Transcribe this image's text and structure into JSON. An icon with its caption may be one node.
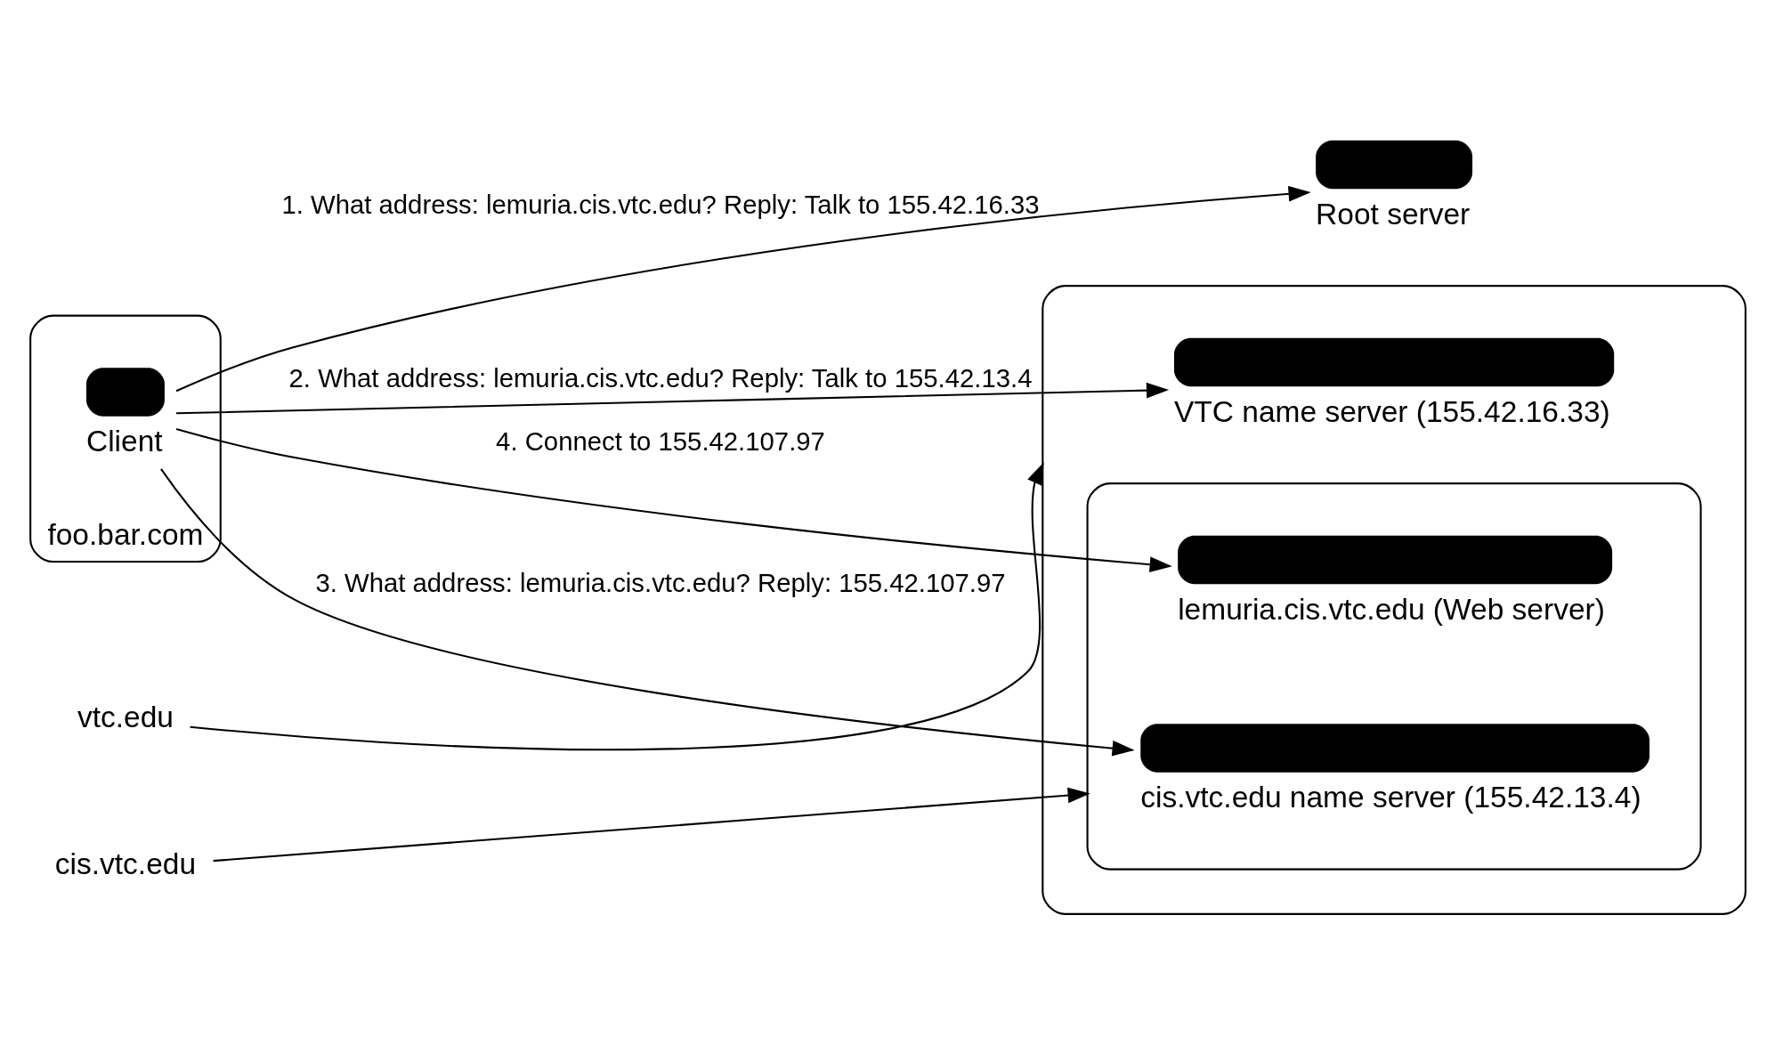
{
  "diagram": {
    "nodes": [
      {
        "text": [
          "foo.bar.com"
        ]
      },
      {
        "text": [
          "Client"
        ],
        "in": 0
      },
      {
        "text": [
          "Root server"
        ]
      },
      {
        "text": [
          "vtc.edu"
        ]
      },
      {
        "text": [],
        "shape": "ellipse"
      },
      {
        "text": [
          "VTC name server (155.42.16.33)"
        ],
        "in": 4
      },
      {
        "text": [],
        "shape": "ellipse",
        "in": 4
      },
      {
        "text": [
          "cis.vtc.edu name server (155.42.13.4)"
        ],
        "in": 6
      },
      {
        "text": [
          "lemuria.cis.vtc.edu (Web server)"
        ],
        "in": 6
      },
      {
        "text": [
          "cis.vtc.edu"
        ]
      }
    ],
    "edges": [
      {
        "from": 1,
        "to": 2,
        "arrow": "to",
        "label": "1. What address: lemuria.cis.vtc.edu? Reply: Talk to 155.42.16.33"
      },
      {
        "from": 1,
        "to": 5,
        "arrow": "to",
        "label": "2. What address: lemuria.cis.vtc.edu? Reply: Talk to 155.42.13.4"
      },
      {
        "from": 1,
        "to": 7,
        "arrow": "to",
        "label": "3. What address: lemuria.cis.vtc.edu? Reply: 155.42.107.97"
      },
      {
        "from": 1,
        "to": 8,
        "arrow": "to",
        "label": "4. Connect to 155.42.107.97"
      },
      {
        "from": 3,
        "to": 4,
        "arrow": "to"
      },
      {
        "from": 9,
        "to": 6,
        "arrow": "to"
      }
    ]
  }
}
